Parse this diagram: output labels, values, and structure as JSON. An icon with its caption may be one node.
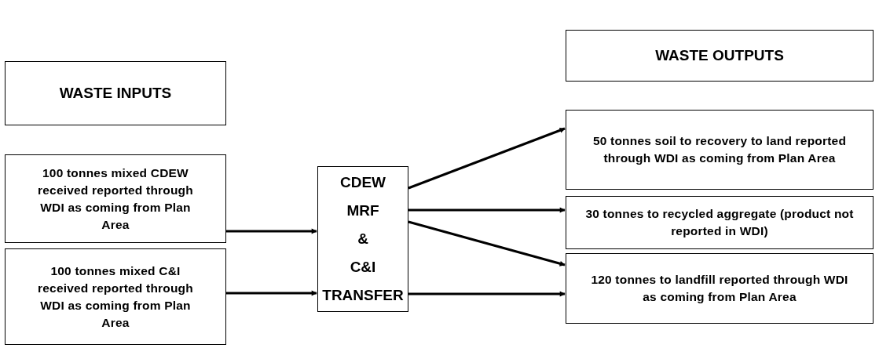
{
  "diagram": {
    "nodes": [
      {
        "text": [
          "WASTE INPUTS"
        ]
      },
      {
        "text": [
          "100 tonnes mixed CDEW received reported through WDI as coming from Plan Area"
        ]
      },
      {
        "text": [
          "100 tonnes mixed C&I received reported through WDI as coming from Plan Area"
        ]
      },
      {
        "text": [
          "CDEW MRF & C&I TRANSFER"
        ]
      },
      {
        "text": [
          "WASTE OUTPUTS"
        ]
      },
      {
        "text": [
          "50 tonnes soil to recovery to land reported through WDI as coming from Plan Area"
        ]
      },
      {
        "text": [
          "30 tonnes to recycled aggregate (product not reported in WDI)"
        ]
      },
      {
        "text": [
          "120 tonnes to landfill reported through WDI as coming from Plan Area"
        ]
      }
    ],
    "edges": [
      {
        "from": 1,
        "to": 3,
        "arrow": "to"
      },
      {
        "from": 2,
        "to": 3,
        "arrow": "to"
      },
      {
        "from": 3,
        "to": 5,
        "arrow": "to"
      },
      {
        "from": 3,
        "to": 6,
        "arrow": "to"
      },
      {
        "from": 3,
        "to": 7,
        "arrow": "to"
      },
      {
        "from": 3,
        "to": 7,
        "arrow": "to"
      }
    ]
  }
}
